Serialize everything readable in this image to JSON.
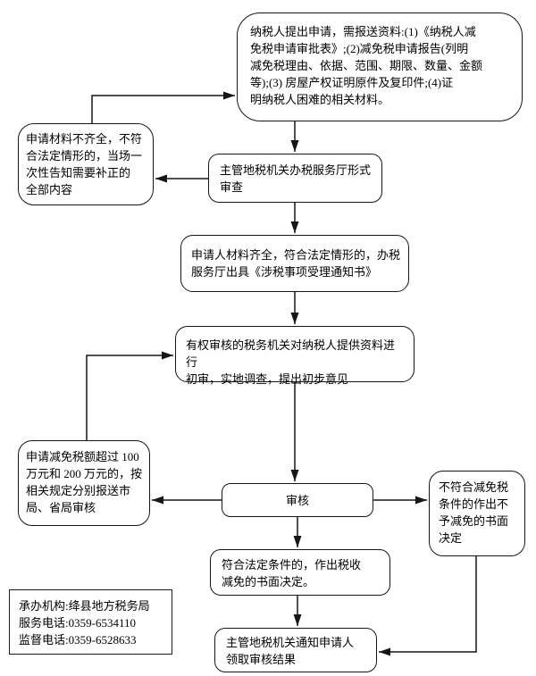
{
  "nodes": {
    "apply": {
      "text": "纳税人提出申请，需报送资料:(1)《纳税人减\n免税申请审批表》;(2)减免税申请报告(列明\n减免税理由、依据、范围、期限、数量、金额\n等);(3) 房屋产权证明原件及复印件;(4)证\n明纳税人困难的相关材料。"
    },
    "incomplete": {
      "text": "申请材料不齐全，不符\n合法定情形的，当场一\n次性告知需要补正的\n全部内容"
    },
    "formal": {
      "text": "主管地税机关办税服务厅形式\n审查"
    },
    "accept": {
      "text": "申请人材料齐全，符合法定情形的，办税\n服务厅出具《涉税事项受理通知书》"
    },
    "review": {
      "text": "有权审核的税务机关对纳税人提供资料进行\n初审，实地调查，提出初步意见"
    },
    "threshold": {
      "text": "申请减免税额超过 100\n万元和 200 万元的，按\n相关规定分别报送市\n局、省局审核"
    },
    "audit": {
      "text": "审核"
    },
    "reject": {
      "text": "不符合减免税\n条件的作出不\n予减免的书面\n决定"
    },
    "approve": {
      "text": "符合法定条件的，作出税收\n减免的书面决定。"
    },
    "notify": {
      "text": "主管地税机关通知申请人\n领取审核结果"
    }
  },
  "info": {
    "agency": "承办机构:绛县地方税务局",
    "service_phone": "服务电话:0359-6534110",
    "supervision_phone": "监督电话:0359-6528633"
  },
  "colors": {
    "line": "#161616",
    "border": "#161616",
    "background": "#ffffff",
    "text": "#000000"
  }
}
